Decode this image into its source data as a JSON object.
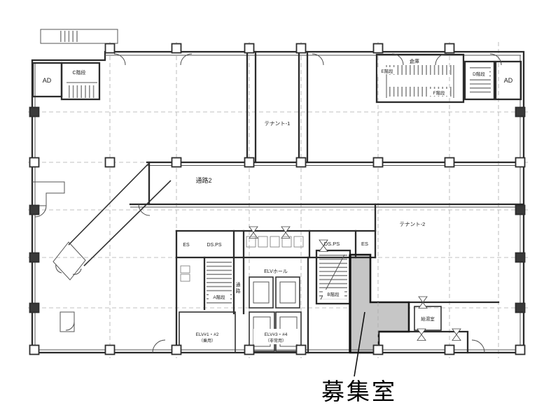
{
  "plan": {
    "labels": {
      "ad_left": "AD",
      "stair_c": "C階段",
      "tenant1": "テナント-1",
      "storage_top": "倉庫",
      "stair_e": "E階段",
      "stair_f": "F階段",
      "stair_d": "D階段",
      "ad_right": "AD",
      "corridor2": "通路2",
      "tenant2": "テナント-2",
      "es_left": "ES",
      "dsps_left": "DS.PS",
      "dsps_right": "DS.PS",
      "es_right": "ES",
      "elv_hall": "ELVホール",
      "stair_a": "A階段",
      "stair_b": "B階段",
      "corridor_v1": "通",
      "corridor_v2": "路",
      "elv_bank1_line1": "ELV#1・#2",
      "elv_bank1_line2": "（乗用）",
      "elv_bank2_line1": "ELV#3・#4",
      "elv_bank2_line2": "（非常用）",
      "kitchenette": "給湯室"
    },
    "callout": {
      "label": "募集室"
    },
    "colors": {
      "highlight_fill": "#c6c6c6",
      "wall": "#2b2b2b"
    }
  }
}
